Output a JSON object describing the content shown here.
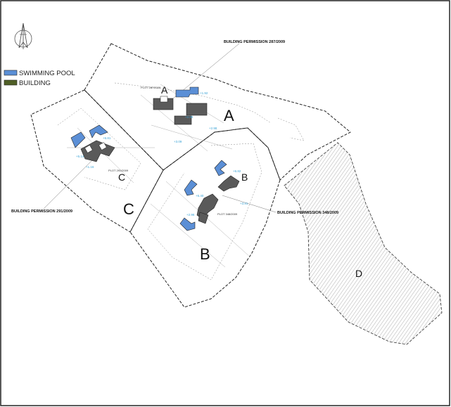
{
  "legend": {
    "pool_label": "SWIMMING POOL",
    "building_label": "BUILDING",
    "pool_color": "#5b8fd6",
    "building_color": "#4f5f26"
  },
  "north_arrow": "north-arrow-icon",
  "permits": {
    "p287": "BUILDING PERMISSION 287/2009",
    "p291": "BUILDING PERMISSION 291/2009",
    "p348": "BUILDING PERMISSION 348/2009"
  },
  "plot_labels": {
    "a": "PLOT 287/2009",
    "c": "PLOT 291/2009",
    "b": "PLOT 348/2009"
  },
  "areas": {
    "a_big": "A",
    "a_small": "A",
    "c_big": "C",
    "c_small": "C",
    "b_big": "B",
    "b_small": "B",
    "d": "D"
  },
  "elevations": {
    "e1": "+1.92",
    "e2": "+2.98",
    "e3": "+3.09",
    "e4": "+2.98",
    "e5": "+6.81",
    "e6": "+5.14",
    "e7": "+1.16",
    "e8": "+6.82",
    "e9": "+6.40",
    "e10": "+3.81",
    "e11": "+2.96"
  }
}
